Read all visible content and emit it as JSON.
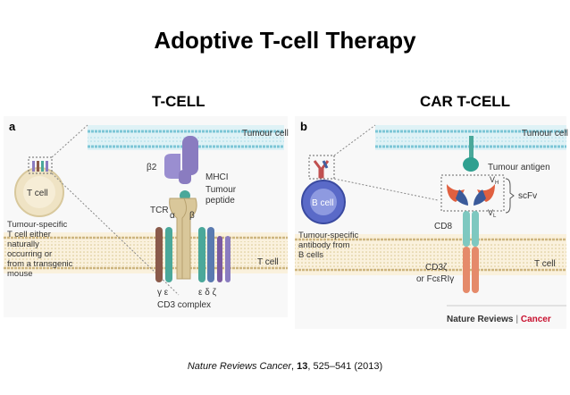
{
  "title": "Adoptive T-cell Therapy",
  "headings": {
    "left": "T-CELL",
    "right": "CAR T-CELL"
  },
  "panel_a": {
    "letter": "a",
    "tumour_cell": "Tumour cell",
    "t_cell_membrane": "T cell",
    "t_cell_circle": "T cell",
    "b2": "β2",
    "mhci": "MHCI",
    "tumour_peptide_line1": "Tumour",
    "tumour_peptide_line2": "peptide",
    "tcr": "TCR",
    "alpha": "α",
    "beta": "β",
    "gamma_epsilon": "γ ε",
    "epsilon_delta_zeta": "ε δ ζ",
    "cd3_complex": "CD3 complex",
    "desc_lines": [
      "Tumour-specific",
      "T cell either",
      "naturally",
      "occurring or",
      "from a transgenic",
      "mouse"
    ]
  },
  "panel_b": {
    "letter": "b",
    "tumour_cell": "Tumour cell",
    "t_cell_membrane": "T cell",
    "b_cell": "B cell",
    "tumour_antigen": "Tumour antigen",
    "vh": "V",
    "vh_sub": "H",
    "vl": "V",
    "vl_sub": "L",
    "scfv": "scFv",
    "cd8": "CD8",
    "cd3z": "CD3ζ",
    "fceri": "or FcεRIγ",
    "desc_lines": [
      "Tumour-specific",
      "antibody from",
      "B cells"
    ]
  },
  "credit": {
    "prefix": "Nature Reviews",
    "sep": " | ",
    "suffix": "Cancer"
  },
  "citation": {
    "journal": "Nature Reviews Cancer",
    "volume": "13",
    "rest": ", 525–541 (2013)"
  },
  "colors": {
    "membrane": "#8fd3e0",
    "tcell_bg": "#f5e8cc",
    "purple": "#8a7cc0",
    "teal": "#4aa89a",
    "tan": "#d9c79a",
    "brown": "#8a5a4a",
    "salmon": "#e58a6a",
    "red_cancer": "#c8102e"
  }
}
